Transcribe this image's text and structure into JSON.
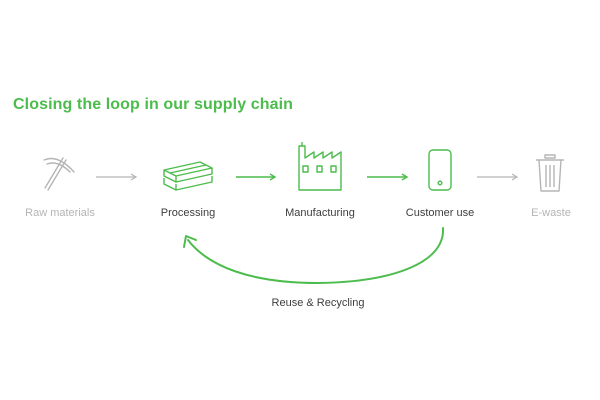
{
  "title": "Closing the loop in our supply chain",
  "colors": {
    "title": "#4cbc4c",
    "active_icon": "#4cbc4c",
    "active_text": "#3d3d3d",
    "muted": "#b5b5b5",
    "arrow_muted": "#b5b5b5",
    "arrow_active": "#4cbc4c"
  },
  "steps": [
    {
      "id": "raw-materials",
      "label": "Raw materials",
      "icon": "pickaxe-icon",
      "state": "muted"
    },
    {
      "id": "processing",
      "label": "Processing",
      "icon": "stacked-bars-icon",
      "state": "active"
    },
    {
      "id": "manufacturing",
      "label": "Manufacturing",
      "icon": "factory-icon",
      "state": "active"
    },
    {
      "id": "customer-use",
      "label": "Customer use",
      "icon": "smartphone-icon",
      "state": "active"
    },
    {
      "id": "e-waste",
      "label": "E-waste",
      "icon": "trash-can-icon",
      "state": "muted"
    }
  ],
  "loop": {
    "label": "Reuse & Recycling",
    "from": "customer-use",
    "to": "processing"
  }
}
